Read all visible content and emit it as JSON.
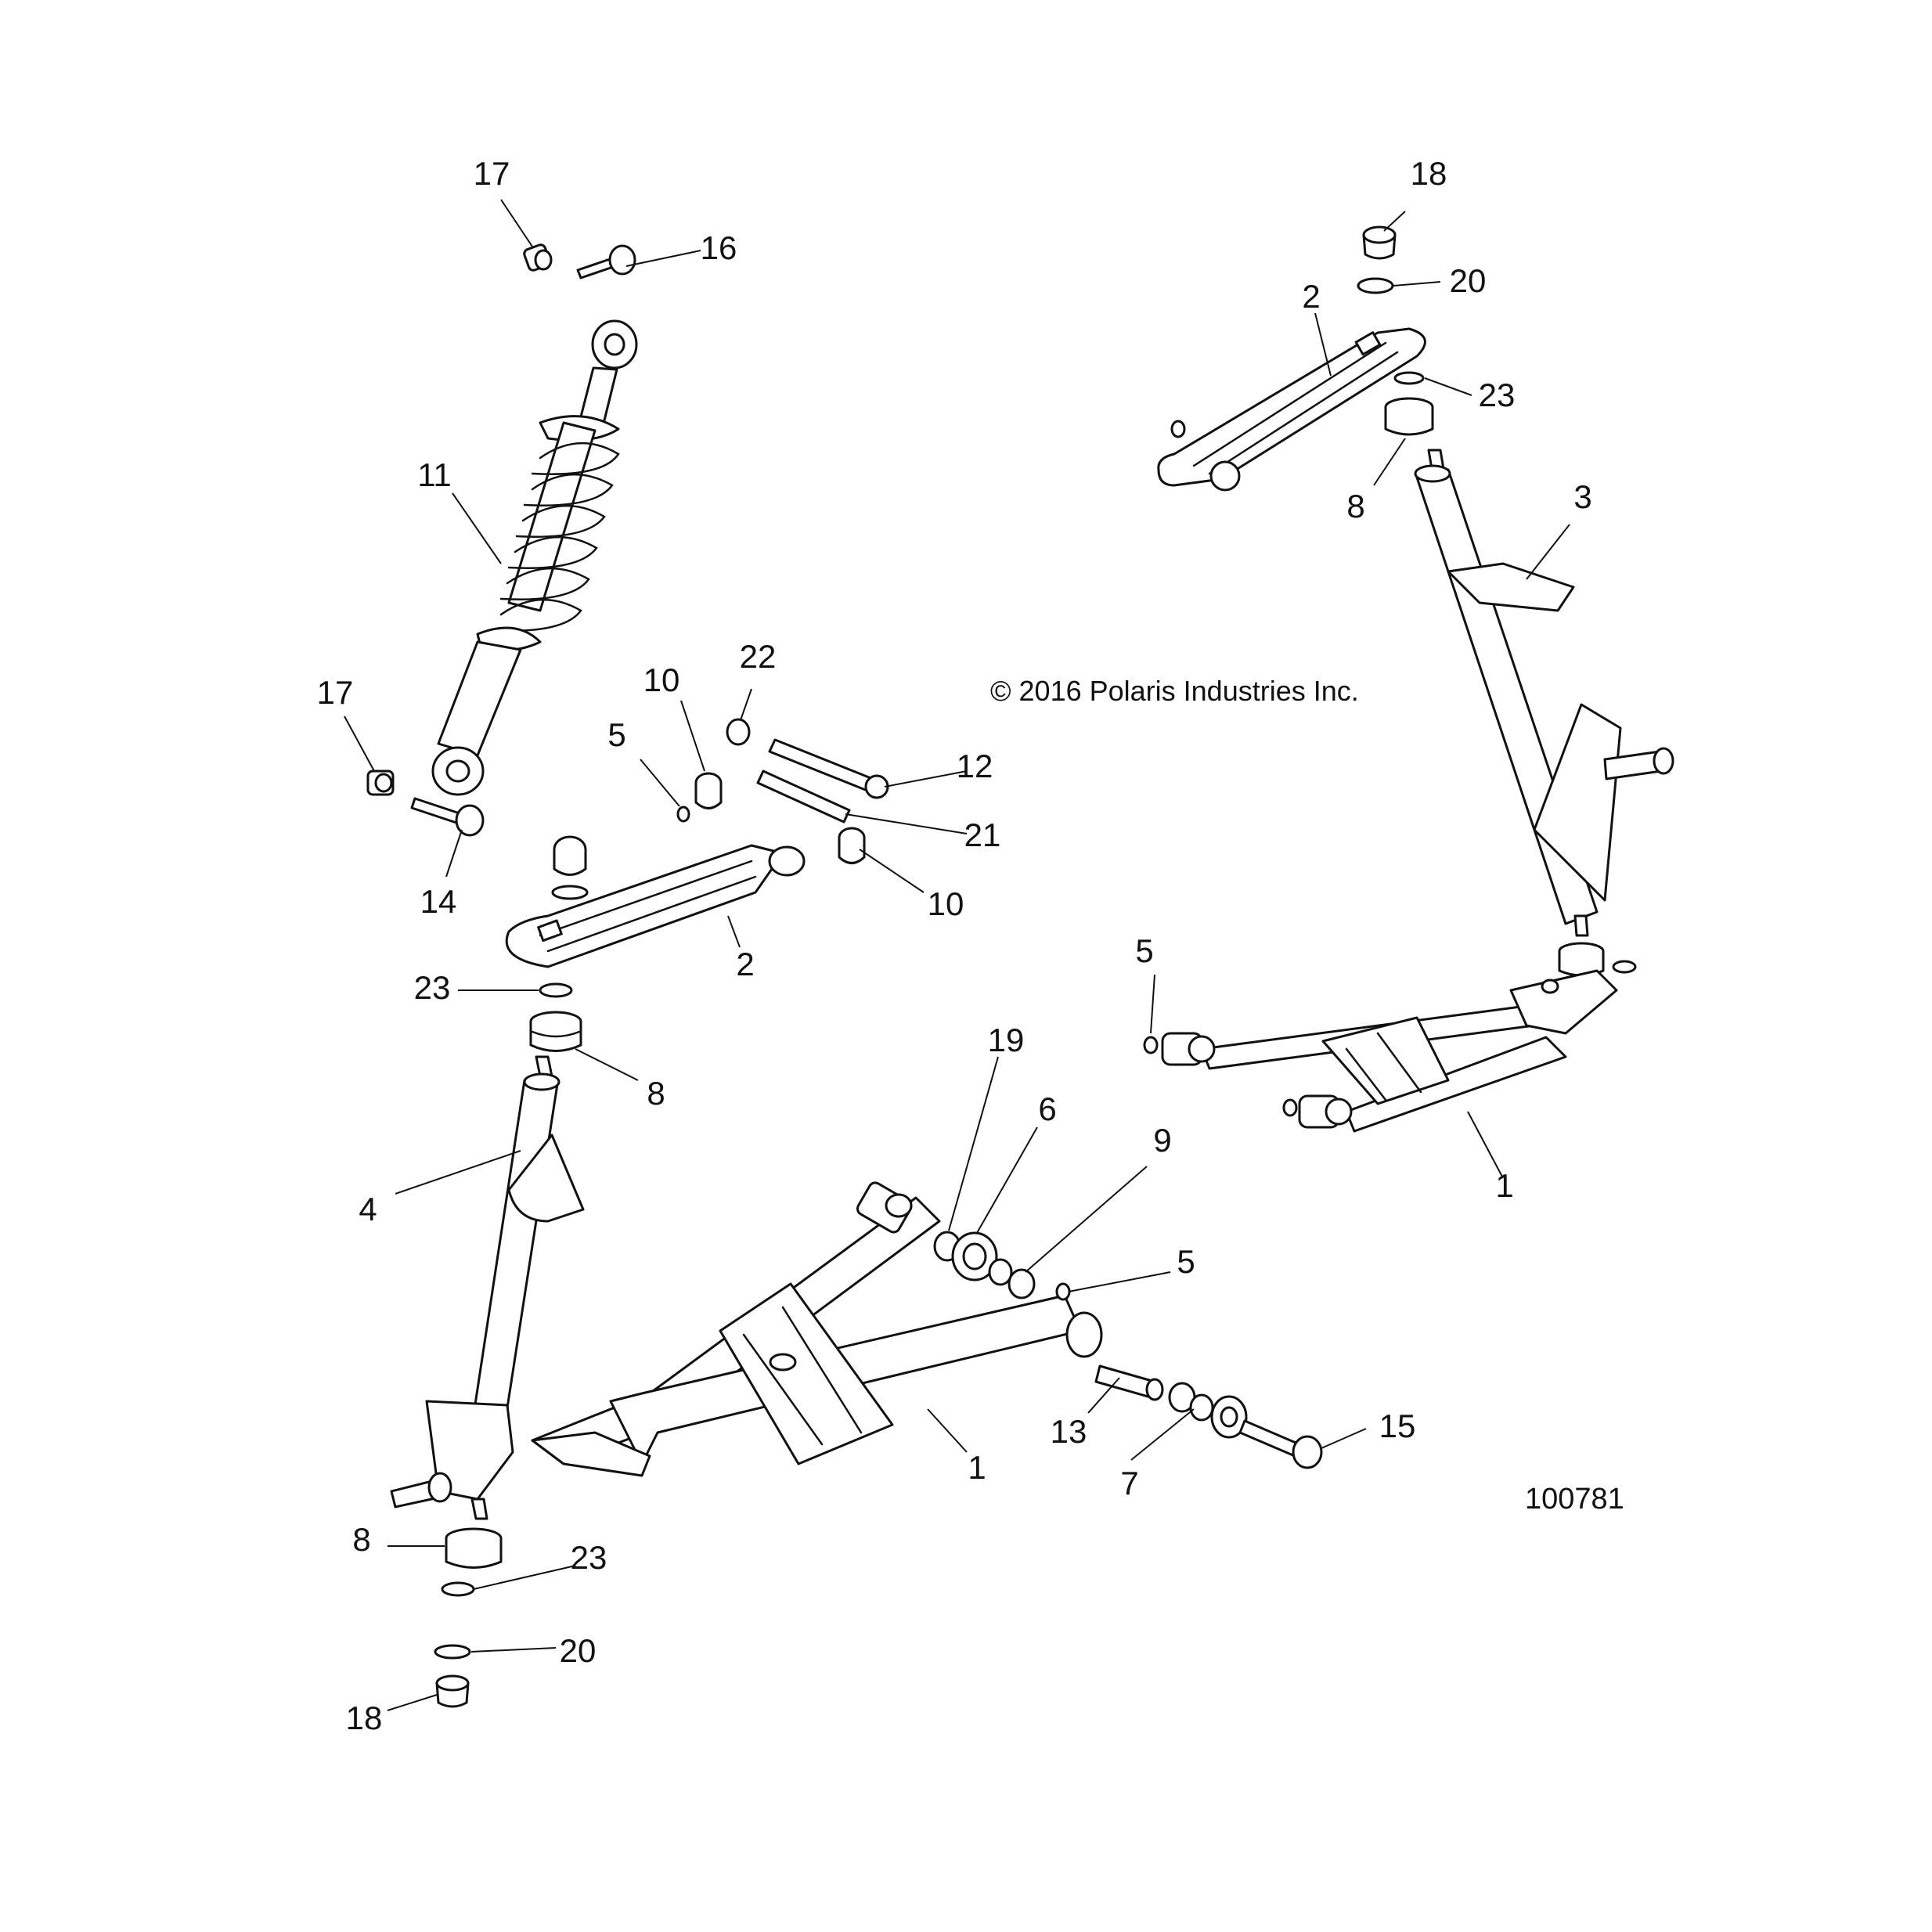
{
  "copyright": "© 2016 Polaris Industries Inc.",
  "diagram_code": "100781",
  "callouts": [
    "17",
    "16",
    "11",
    "17",
    "14",
    "10",
    "22",
    "5",
    "12",
    "21",
    "10",
    "2",
    "23",
    "8",
    "4",
    "8",
    "23",
    "20",
    "18",
    "19",
    "6",
    "9",
    "5",
    "13",
    "7",
    "15",
    "1",
    "18",
    "20",
    "2",
    "23",
    "8",
    "3",
    "5",
    "1"
  ]
}
